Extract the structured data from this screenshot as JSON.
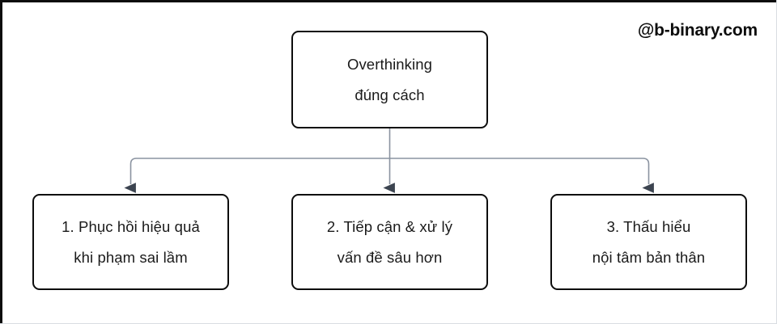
{
  "diagram": {
    "type": "tree-flowchart",
    "watermark": "@b-binary.com",
    "root": {
      "lines": [
        "Overthinking",
        "đúng cách"
      ]
    },
    "children": [
      {
        "lines": [
          "1. Phục hồi hiệu quả",
          "khi phạm sai lầm"
        ]
      },
      {
        "lines": [
          "2. Tiếp cận & xử lý",
          "vấn đề sâu hơn"
        ]
      },
      {
        "lines": [
          "3. Thấu hiểu",
          "nội tâm bản thân"
        ]
      }
    ],
    "colors": {
      "background": "#ffffff",
      "node_border": "#0d0d0d",
      "node_fill": "#ffffff",
      "text": "#1a1a1a",
      "connector": "#8a93a0",
      "arrowhead": "#3c4450",
      "frame_dark": "#0d0d0d",
      "frame_light": "#d9dde2"
    }
  }
}
